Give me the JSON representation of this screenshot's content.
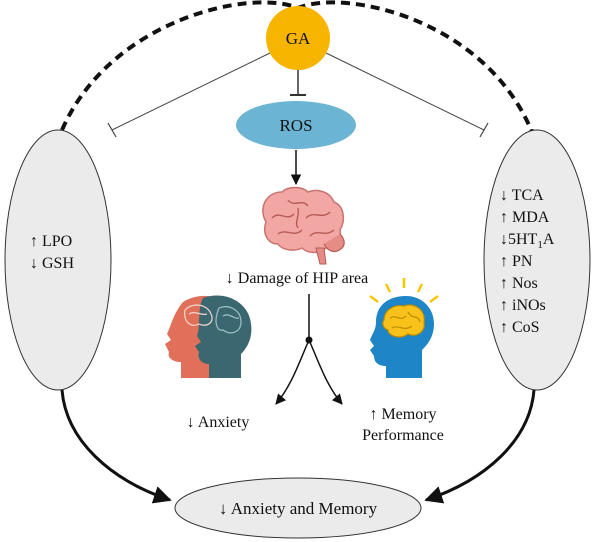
{
  "nodes": {
    "ga": {
      "label": "GA",
      "color": "#f7b500"
    },
    "ros": {
      "label": "ROS",
      "color": "#6cb4d4"
    },
    "left_oval": {
      "lines": [
        "↑ LPO",
        "↓ GSH"
      ],
      "color": "#ebebeb"
    },
    "right_oval": {
      "lines": [
        "↓ TCA",
        "↑ MDA",
        "↓5HT",
        "↑ PN",
        "↑ Nos",
        "↑ iNOs",
        "↑ CoS"
      ],
      "color": "#ebebeb"
    },
    "bottom_oval": {
      "label": "↓ Anxiety and Memory",
      "color": "#ebebeb"
    }
  },
  "labels": {
    "damage": "↓ Damage of HIP area",
    "anxiety": "↓ Anxiety",
    "memory_line1": "↑ Memory",
    "memory_line2": "Performance",
    "receptor_sub": "1",
    "receptor_tail": "A"
  },
  "icons": [
    "brain-icon",
    "anxious-heads-icon",
    "brain-memory-head-icon"
  ]
}
